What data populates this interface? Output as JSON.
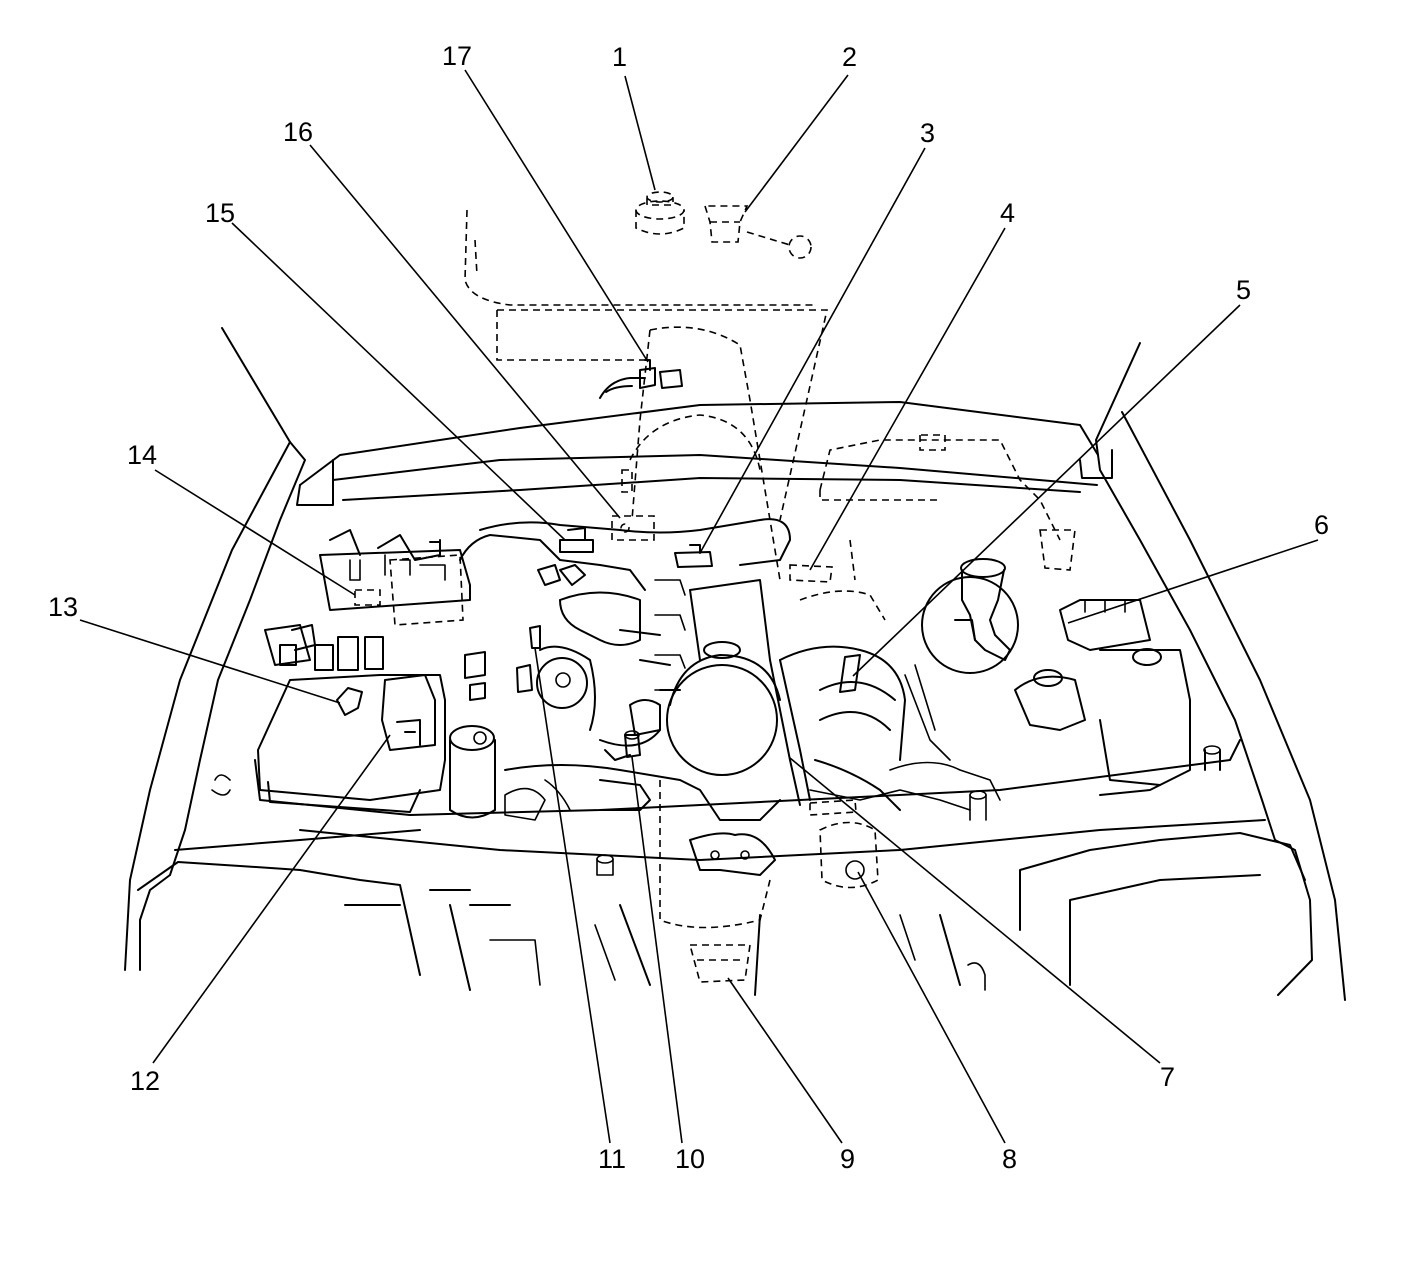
{
  "callouts": [
    {
      "id": "c1",
      "label": "1"
    },
    {
      "id": "c2",
      "label": "2"
    },
    {
      "id": "c3",
      "label": "3"
    },
    {
      "id": "c4",
      "label": "4"
    },
    {
      "id": "c5",
      "label": "5"
    },
    {
      "id": "c6",
      "label": "6"
    },
    {
      "id": "c7",
      "label": "7"
    },
    {
      "id": "c8",
      "label": "8"
    },
    {
      "id": "c9",
      "label": "9"
    },
    {
      "id": "c10",
      "label": "10"
    },
    {
      "id": "c11",
      "label": "11"
    },
    {
      "id": "c12",
      "label": "12"
    },
    {
      "id": "c13",
      "label": "13"
    },
    {
      "id": "c14",
      "label": "14"
    },
    {
      "id": "c15",
      "label": "15"
    },
    {
      "id": "c16",
      "label": "16"
    },
    {
      "id": "c17",
      "label": "17"
    }
  ],
  "colors": {
    "line": "#000000",
    "background": "#ffffff"
  }
}
